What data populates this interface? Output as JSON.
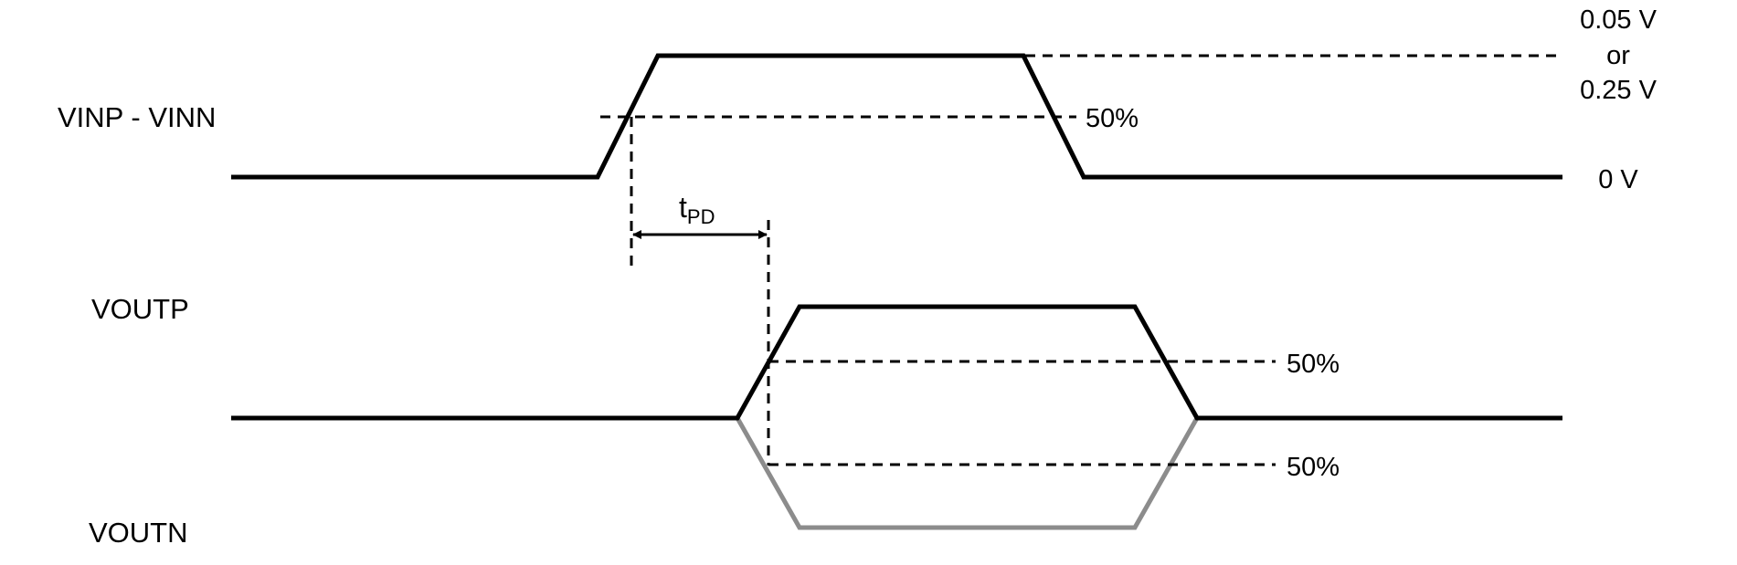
{
  "signals": {
    "input_label": "VINP - VINN",
    "voutp_label": "VOUTP",
    "voutn_label": "VOUTN"
  },
  "references": {
    "high_level_line1": "0.05 V",
    "high_level_line2": "or",
    "high_level_line3": "0.25 V",
    "zero_level": "0 V",
    "input_threshold": "50%",
    "voutp_threshold": "50%",
    "voutn_threshold": "50%"
  },
  "delay": {
    "symbol": "t",
    "subscript": "PD"
  },
  "colors": {
    "input_wave": "#000000",
    "voutp_wave": "#000000",
    "voutn_wave": "#8c8c8c",
    "dashed_lines": "#000000"
  }
}
